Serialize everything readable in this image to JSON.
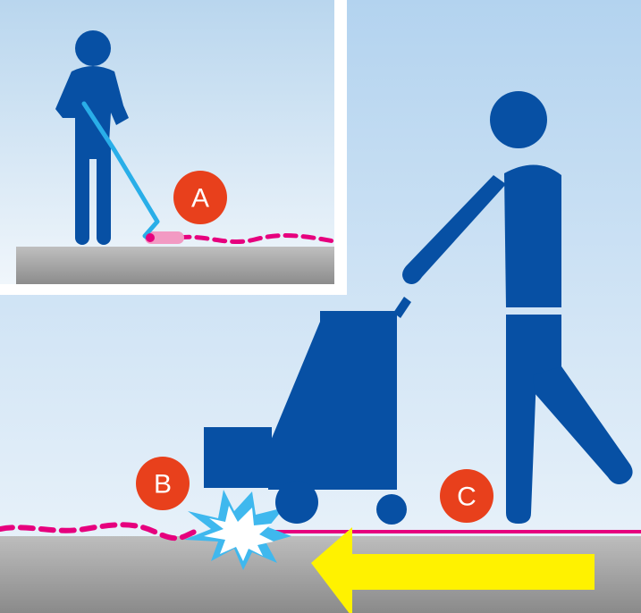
{
  "labels": {
    "a": "A",
    "b": "B",
    "c": "C"
  },
  "colors": {
    "sky_top": "#b9d6ee",
    "sky_bottom": "#eef5fb",
    "figure_blue": "#0750a4",
    "cable_blue": "#29aee8",
    "cable_magenta": "#e6007e",
    "cable_pink": "#f29ac3",
    "floor_grey": "#9c9c9c",
    "label_red": "#e8401c",
    "arrow_yellow": "#fff200",
    "spark_blue": "#3fb8ee"
  },
  "icons": [
    "person-mopping-icon",
    "person-pushing-floor-machine-icon",
    "floor-machine-icon",
    "spark-icon",
    "direction-arrow-icon"
  ]
}
